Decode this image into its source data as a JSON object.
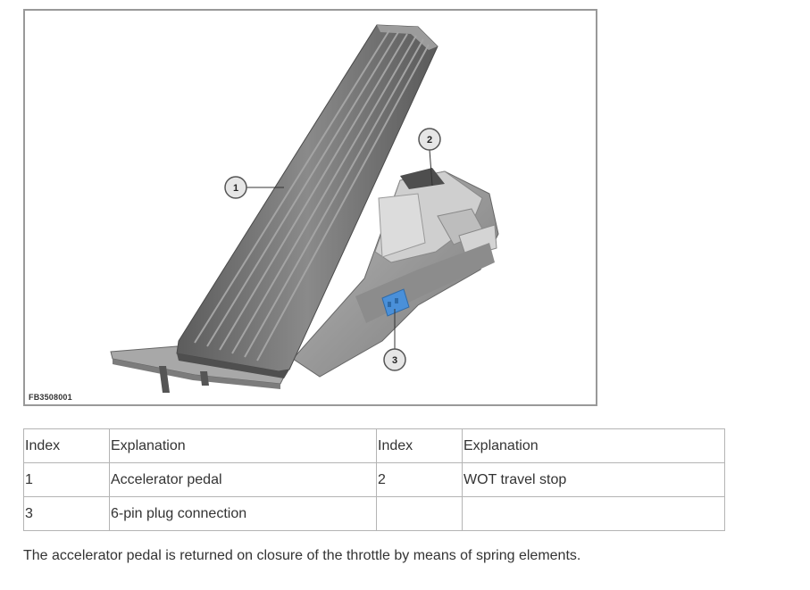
{
  "figure": {
    "id_label": "FB3508001",
    "callouts": [
      "1",
      "2",
      "3"
    ]
  },
  "legend": {
    "headers": [
      "Index",
      "Explanation",
      "Index",
      "Explanation"
    ],
    "rows": [
      [
        "1",
        "Accelerator pedal",
        "2",
        "WOT travel stop"
      ],
      [
        "3",
        "6-pin plug connection",
        "",
        ""
      ]
    ]
  },
  "caption": "The accelerator pedal is returned on closure of the throttle by means of spring elements.",
  "colors": {
    "frame_border": "#999999",
    "pedal_dark": "#6e6e6e",
    "housing_mid": "#9a9a9a",
    "connector_blue": "#4a90d9",
    "table_border": "#b4b4b4"
  }
}
